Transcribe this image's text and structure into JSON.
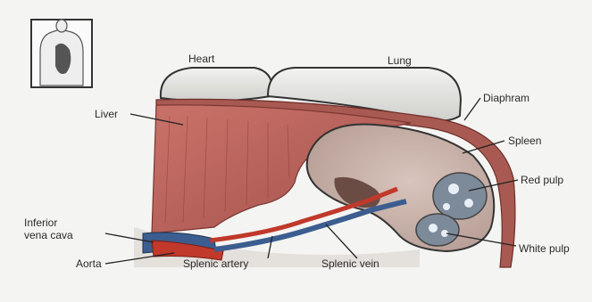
{
  "labels": {
    "heart": "Heart",
    "lung": "Lung",
    "liver": "Liver",
    "diaphragm": "Diaphram",
    "spleen": "Spleen",
    "red_pulp": "Red pulp",
    "white_pulp": "White pulp",
    "ivc_line1": "Inferior",
    "ivc_line2": "vena cava",
    "aorta": "Aorta",
    "splenic_artery": "Splenic artery",
    "splenic_vein": "Splenic vein"
  },
  "colors": {
    "liver": "#b7625a",
    "spleen": "#c2aaa2",
    "artery": "#c0392b",
    "vein": "#3b5d8f",
    "organ_outline": "#333333",
    "lung_fill": "#e8e8e6"
  }
}
